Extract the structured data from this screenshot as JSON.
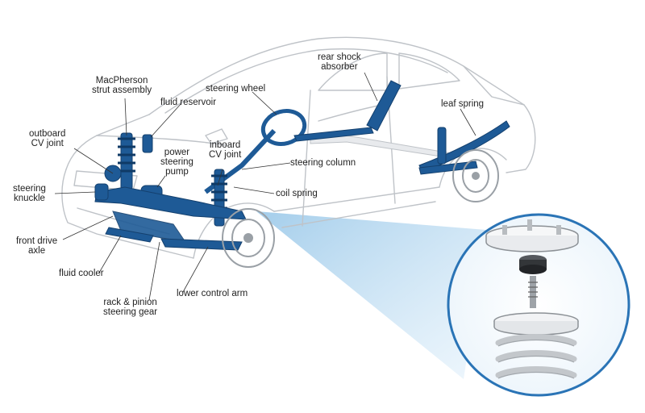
{
  "labels": {
    "macpherson": "MacPherson\nstrut assembly",
    "fluid_reservoir": "fluid reservoir",
    "steering_wheel": "steering wheel",
    "rear_shock": "rear shock\nabsorber",
    "leaf_spring": "leaf spring",
    "outboard_cv": "outboard\nCV joint",
    "power_steering": "power\nsteering\npump",
    "inboard_cv": "inboard\nCV joint",
    "steering_column": "steering column",
    "steering_knuckle": "steering\nknuckle",
    "coil_spring": "coil spring",
    "front_drive_axle": "front drive\naxle",
    "fluid_cooler": "fluid cooler",
    "lower_control_arm": "lower control arm",
    "rack_pinion": "rack & pinion\nsteering gear"
  },
  "colors": {
    "part_blue": "#1e5a96",
    "car_line": "#bfc3c8",
    "callout_rim": "#2a74b6",
    "callout_beam": "#b9daf1"
  }
}
